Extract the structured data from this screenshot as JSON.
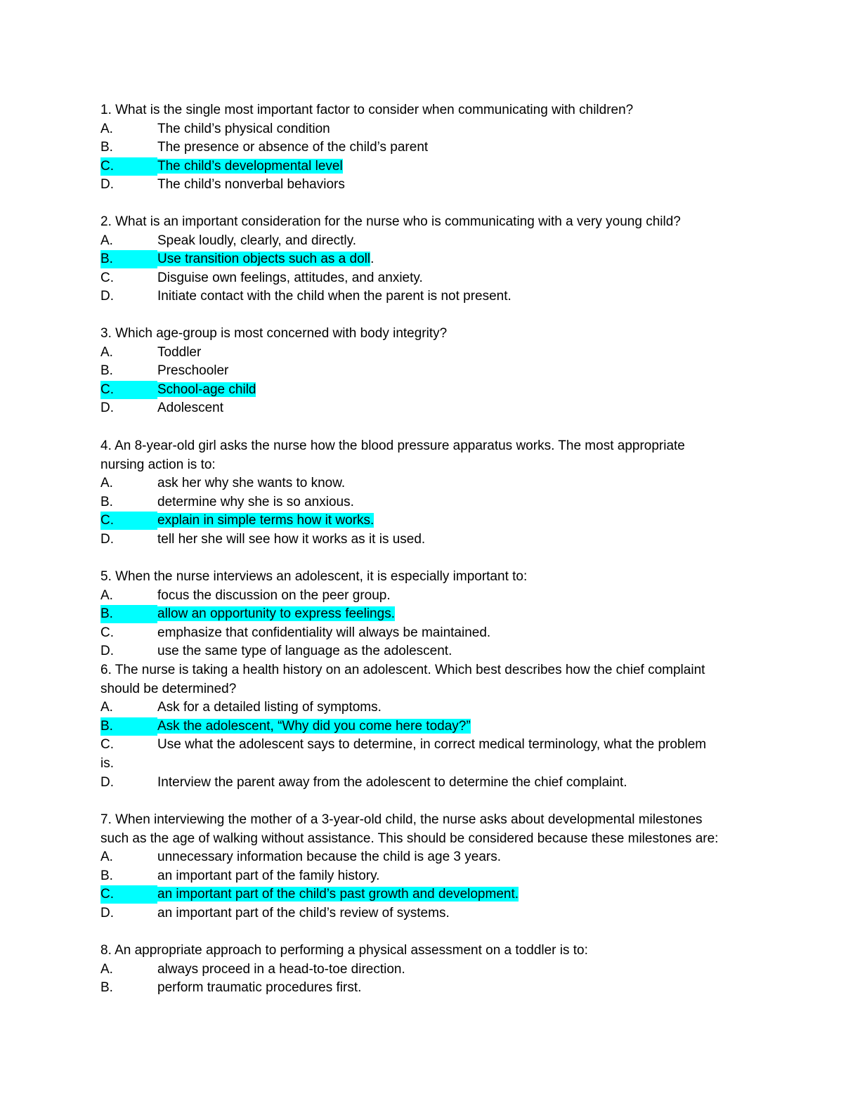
{
  "highlight_color": "#00ffff",
  "questions": [
    {
      "stem": [
        "1. What is the single most important factor to consider when communicating with children?"
      ],
      "options": [
        {
          "letter": "A.",
          "text": "The child’s physical condition",
          "highlighted": false
        },
        {
          "letter": "B.",
          "text": "The presence or absence of the child’s parent",
          "highlighted": false
        },
        {
          "letter": "C.",
          "text": "The child’s developmental level",
          "highlighted": true
        },
        {
          "letter": "D.",
          "text": "The child’s nonverbal behaviors",
          "highlighted": false
        }
      ]
    },
    {
      "stem": [
        "2. What is an important consideration for the nurse who is communicating with a very young child?"
      ],
      "options": [
        {
          "letter": "A.",
          "text": "Speak loudly, clearly, and directly.",
          "highlighted": false
        },
        {
          "letter": "B.",
          "text": "Use transition objects such as a doll",
          "suffix": ".",
          "highlighted": true
        },
        {
          "letter": "C.",
          "text": "Disguise own feelings, attitudes, and anxiety.",
          "highlighted": false
        },
        {
          "letter": "D.",
          "text": "Initiate contact with the child when the parent is not present.",
          "highlighted": false
        }
      ]
    },
    {
      "stem": [
        "3. Which age-group is most concerned with body integrity?"
      ],
      "options": [
        {
          "letter": "A.",
          "text": "Toddler",
          "highlighted": false
        },
        {
          "letter": "B.",
          "text": "Preschooler",
          "highlighted": false
        },
        {
          "letter": "C.",
          "text": "School-age child",
          "highlighted": true
        },
        {
          "letter": "D.",
          "text": "Adolescent",
          "highlighted": false
        }
      ]
    },
    {
      "stem": [
        "4. An 8-year-old girl asks the nurse how the blood pressure apparatus works. The most appropriate",
        "nursing action is to:"
      ],
      "options": [
        {
          "letter": "A.",
          "text": "ask her why she wants to know.",
          "highlighted": false
        },
        {
          "letter": "B.",
          "text": "determine why she is so anxious.",
          "highlighted": false
        },
        {
          "letter": "C.",
          "text": "explain in simple terms how it works.",
          "highlighted": true
        },
        {
          "letter": "D.",
          "text": "tell her she will see how it works as it is used.",
          "highlighted": false
        }
      ]
    },
    {
      "stem": [
        "5. When the nurse interviews an adolescent, it is especially important to:"
      ],
      "options": [
        {
          "letter": "A.",
          "text": "focus the discussion on the peer group.",
          "highlighted": false
        },
        {
          "letter": "B.",
          "text": "allow an opportunity to express feelings.",
          "highlighted": true
        },
        {
          "letter": "C.",
          "text": "emphasize that confidentiality will always be maintained.",
          "highlighted": false
        },
        {
          "letter": "D.",
          "text": "use the same type of language as the adolescent.",
          "highlighted": false
        }
      ]
    },
    {
      "stem": [
        "6. The nurse is taking a health history on an adolescent. Which best describes how the chief complaint",
        "should be determined?"
      ],
      "options": [
        {
          "letter": "A.",
          "text": "Ask for a detailed listing of symptoms.",
          "highlighted": false
        },
        {
          "letter": "B.",
          "text": "Ask the adolescent, “Why did you come here today?”",
          "highlighted": true
        },
        {
          "letter": "C.",
          "text": "Use what the adolescent says to determine, in correct medical terminology, what the problem",
          "continuation": "is.",
          "highlighted": false
        },
        {
          "letter": "D.",
          "text": "Interview the parent away from the adolescent to determine the chief complaint.",
          "highlighted": false
        }
      ]
    },
    {
      "stem": [
        "7. When interviewing the mother of a 3-year-old child, the nurse asks about developmental milestones",
        "such as the age of walking without assistance. This should be considered because these milestones are:"
      ],
      "options": [
        {
          "letter": "A.",
          "text": "unnecessary information because the child is age 3 years.",
          "highlighted": false
        },
        {
          "letter": "B.",
          "text": "an important part of the family history.",
          "highlighted": false
        },
        {
          "letter": "C.",
          "text": "an important part of the child’s past growth and development.",
          "highlighted": true
        },
        {
          "letter": "D.",
          "text": "an important part of the child’s review of systems.",
          "highlighted": false
        }
      ]
    },
    {
      "stem": [
        "8. An appropriate approach to performing a physical assessment on a toddler is to:"
      ],
      "options": [
        {
          "letter": "A.",
          "text": "always proceed in a head-to-toe direction.",
          "highlighted": false
        },
        {
          "letter": "B.",
          "text": "perform traumatic procedures first.",
          "highlighted": false
        }
      ]
    }
  ]
}
